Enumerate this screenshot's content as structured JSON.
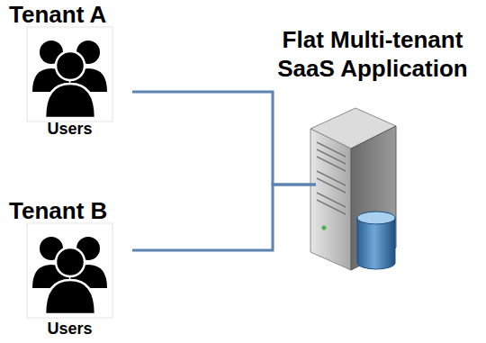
{
  "diagram": {
    "nodes": [
      {
        "text": [
          "Tenant A",
          "Users"
        ]
      },
      {
        "text": [
          "Tenant B",
          "Users"
        ]
      },
      {
        "text": [
          "Flat Multi-tenant SaaS Application"
        ]
      }
    ],
    "edges": [
      {
        "from": 0,
        "to": 2,
        "arrow": "none"
      },
      {
        "from": 1,
        "to": 2,
        "arrow": "none"
      }
    ]
  }
}
